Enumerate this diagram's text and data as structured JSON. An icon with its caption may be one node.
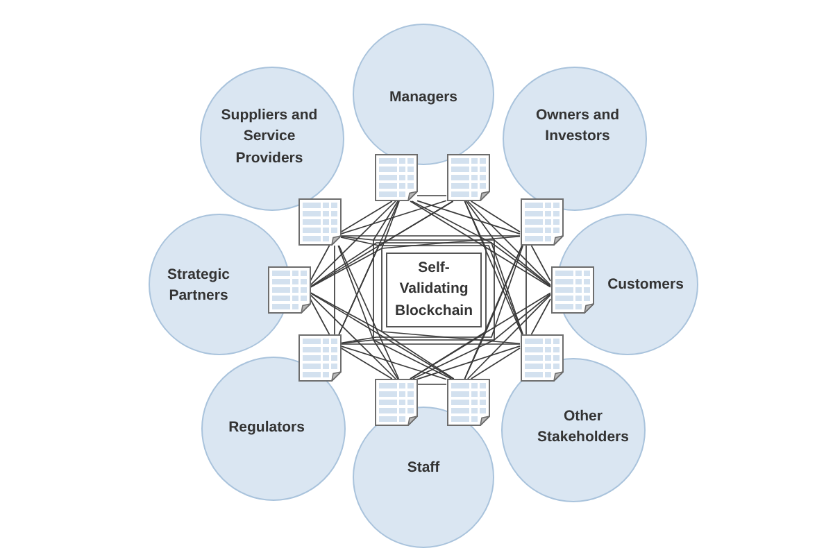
{
  "diagram": {
    "nodes": [
      {
        "text": [
          "Managers"
        ]
      },
      {
        "text": [
          "Suppliers and Service Providers"
        ]
      },
      {
        "text": [
          "Owners and Investors"
        ]
      },
      {
        "text": [
          "Strategic Partners"
        ]
      },
      {
        "text": [
          "Customers"
        ]
      },
      {
        "text": [
          "Regulators"
        ]
      },
      {
        "text": [
          "Other Stakeholders"
        ]
      },
      {
        "text": [
          "Staff"
        ]
      },
      {
        "text": [
          "Self-Validating Blockchain"
        ]
      },
      {
        "text": [],
        "shape": "document"
      },
      {
        "text": [],
        "shape": "document"
      },
      {
        "text": [],
        "shape": "document"
      },
      {
        "text": [],
        "shape": "document"
      },
      {
        "text": [],
        "shape": "document"
      },
      {
        "text": [],
        "shape": "document"
      },
      {
        "text": [],
        "shape": "document"
      },
      {
        "text": [],
        "shape": "document"
      },
      {
        "text": [],
        "shape": "document"
      },
      {
        "text": [],
        "shape": "document"
      }
    ],
    "edges": [
      {
        "from": 9,
        "to": 10,
        "arrow": "none"
      },
      {
        "from": 9,
        "to": 11,
        "arrow": "none"
      },
      {
        "from": 9,
        "to": 12,
        "arrow": "none"
      },
      {
        "from": 9,
        "to": 13,
        "arrow": "none"
      },
      {
        "from": 9,
        "to": 14,
        "arrow": "none"
      },
      {
        "from": 9,
        "to": 15,
        "arrow": "none"
      },
      {
        "from": 9,
        "to": 16,
        "arrow": "none"
      },
      {
        "from": 9,
        "to": 17,
        "arrow": "none"
      },
      {
        "from": 9,
        "to": 18,
        "arrow": "none"
      },
      {
        "from": 10,
        "to": 11,
        "arrow": "none"
      },
      {
        "from": 10,
        "to": 12,
        "arrow": "none"
      },
      {
        "from": 10,
        "to": 13,
        "arrow": "none"
      },
      {
        "from": 10,
        "to": 14,
        "arrow": "none"
      },
      {
        "from": 10,
        "to": 15,
        "arrow": "none"
      },
      {
        "from": 10,
        "to": 16,
        "arrow": "none"
      },
      {
        "from": 10,
        "to": 17,
        "arrow": "none"
      },
      {
        "from": 10,
        "to": 18,
        "arrow": "none"
      },
      {
        "from": 11,
        "to": 12,
        "arrow": "none"
      },
      {
        "from": 11,
        "to": 13,
        "arrow": "none"
      },
      {
        "from": 11,
        "to": 14,
        "arrow": "none"
      },
      {
        "from": 11,
        "to": 15,
        "arrow": "none"
      },
      {
        "from": 11,
        "to": 16,
        "arrow": "none"
      },
      {
        "from": 11,
        "to": 17,
        "arrow": "none"
      },
      {
        "from": 11,
        "to": 18,
        "arrow": "none"
      },
      {
        "from": 12,
        "to": 13,
        "arrow": "none"
      },
      {
        "from": 12,
        "to": 14,
        "arrow": "none"
      },
      {
        "from": 12,
        "to": 15,
        "arrow": "none"
      },
      {
        "from": 12,
        "to": 16,
        "arrow": "none"
      },
      {
        "from": 12,
        "to": 17,
        "arrow": "none"
      },
      {
        "from": 12,
        "to": 18,
        "arrow": "none"
      },
      {
        "from": 13,
        "to": 14,
        "arrow": "none"
      },
      {
        "from": 13,
        "to": 15,
        "arrow": "none"
      },
      {
        "from": 13,
        "to": 16,
        "arrow": "none"
      },
      {
        "from": 13,
        "to": 17,
        "arrow": "none"
      },
      {
        "from": 13,
        "to": 18,
        "arrow": "none"
      },
      {
        "from": 14,
        "to": 15,
        "arrow": "none"
      },
      {
        "from": 14,
        "to": 16,
        "arrow": "none"
      },
      {
        "from": 14,
        "to": 17,
        "arrow": "none"
      },
      {
        "from": 14,
        "to": 18,
        "arrow": "none"
      },
      {
        "from": 15,
        "to": 16,
        "arrow": "none"
      },
      {
        "from": 15,
        "to": 17,
        "arrow": "none"
      },
      {
        "from": 15,
        "to": 18,
        "arrow": "none"
      },
      {
        "from": 16,
        "to": 17,
        "arrow": "none"
      },
      {
        "from": 16,
        "to": 18,
        "arrow": "none"
      },
      {
        "from": 17,
        "to": 18,
        "arrow": "none"
      }
    ]
  }
}
